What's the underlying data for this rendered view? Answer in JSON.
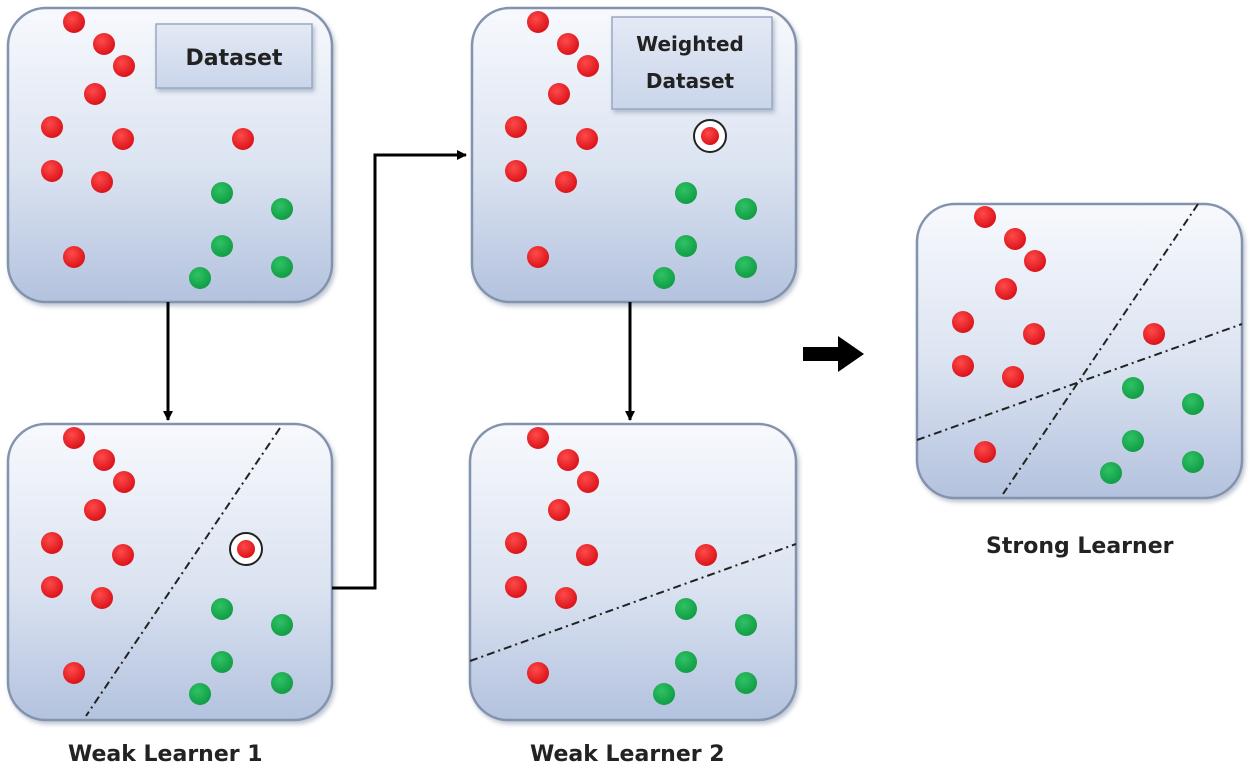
{
  "labels": {
    "dataset": "Dataset",
    "weighted_line1": "Weighted",
    "weighted_line2": "Dataset",
    "weak1": "Weak Learner 1",
    "weak2": "Weak Learner 2",
    "strong": "Strong Learner"
  },
  "colors": {
    "red_point": "#e8141b",
    "green_point": "#14a84b",
    "panel_top": "#f6f8fc",
    "panel_bottom": "#b9c7e0",
    "arrow": "#000000"
  },
  "icons": {
    "highlight": "circle-ring-icon",
    "arrow": "right-arrow-icon"
  }
}
